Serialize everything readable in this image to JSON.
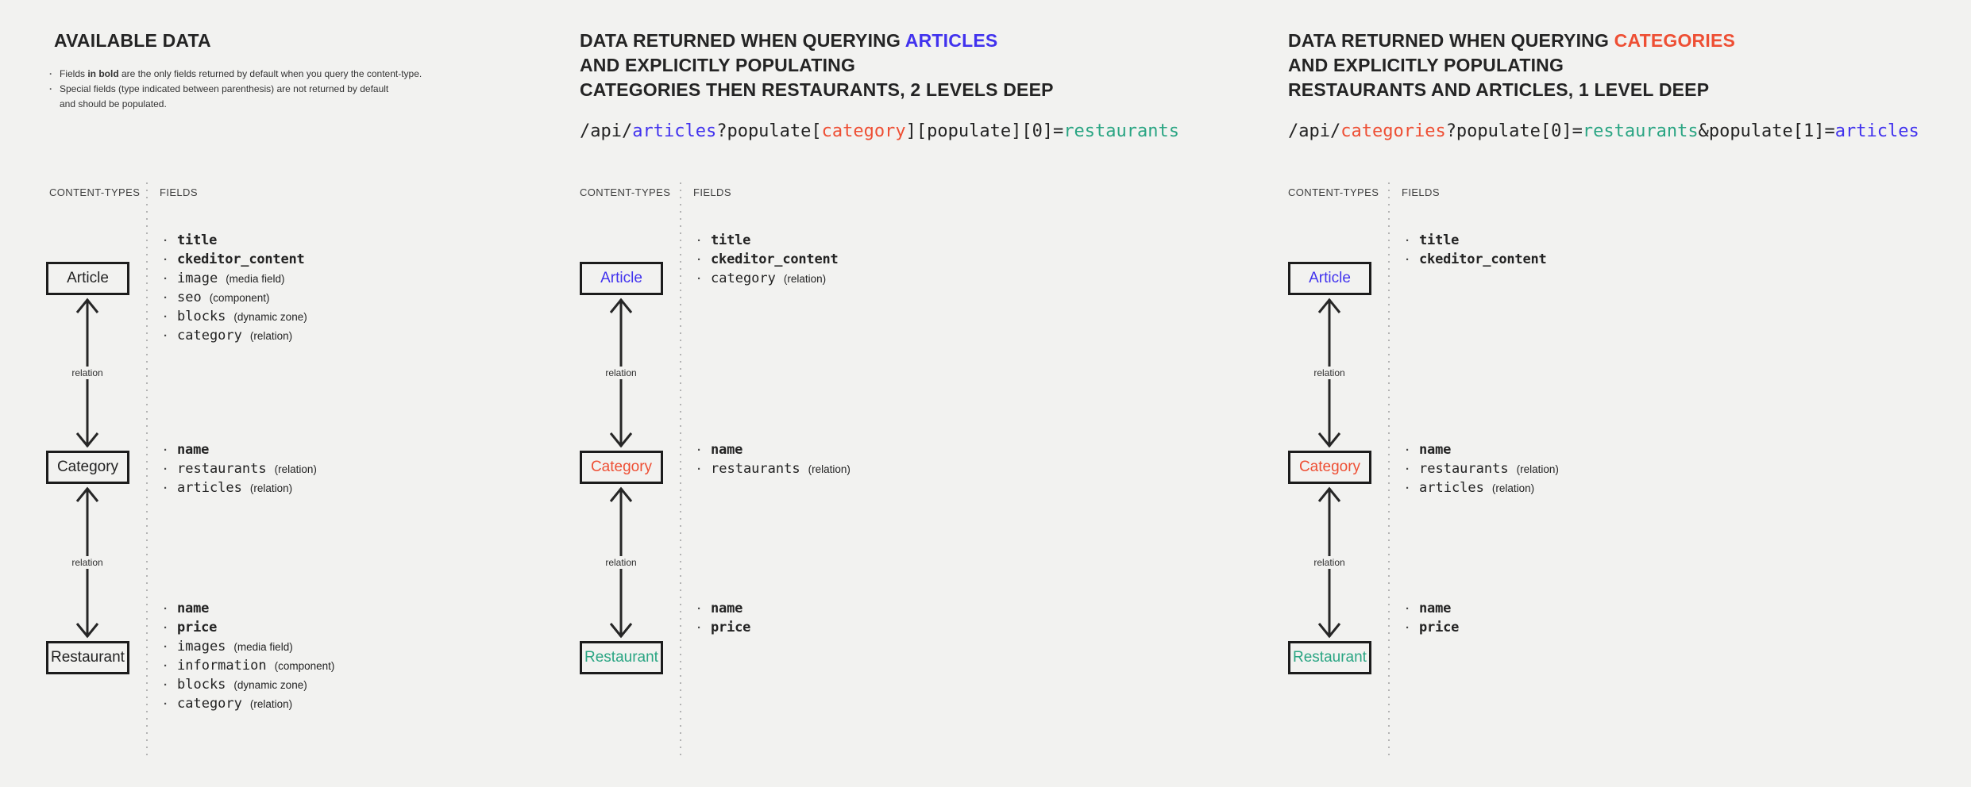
{
  "colors": {
    "background": "#f2f2f0",
    "text": "#232323",
    "articles_blue": "#4132ee",
    "categories_red": "#ee4f34",
    "restaurants_teal": "#2aa583"
  },
  "panels": [
    {
      "title": "AVAILABLE DATA",
      "notes": {
        "n1_pre": "Fields ",
        "n1_bold": "in bold",
        "n1_rest": " are the only fields returned by default when you query the content-type.",
        "n2_line1": "Special fields (type indicated between parenthesis) are not returned by default",
        "n2_line2": "and should be populated."
      },
      "labels": {
        "content_types": "CONTENT-TYPES",
        "fields": "FIELDS",
        "relation": "relation"
      },
      "nodes": {
        "article": {
          "label": "Article",
          "fields": [
            {
              "name": "title",
              "type": "",
              "bold": true,
              "color": "default"
            },
            {
              "name": "ckeditor_content",
              "type": "",
              "bold": true,
              "color": "default"
            },
            {
              "name": "image",
              "type": "(media field)",
              "bold": false,
              "color": "default"
            },
            {
              "name": "seo",
              "type": "(component)",
              "bold": false,
              "color": "default"
            },
            {
              "name": "blocks",
              "type": "(dynamic zone)",
              "bold": false,
              "color": "default"
            },
            {
              "name": "category",
              "type": "(relation)",
              "bold": false,
              "color": "default"
            }
          ]
        },
        "category": {
          "label": "Category",
          "fields": [
            {
              "name": "name",
              "type": "",
              "bold": true,
              "color": "default"
            },
            {
              "name": "restaurants",
              "type": "(relation)",
              "bold": false,
              "color": "default"
            },
            {
              "name": "articles",
              "type": "(relation)",
              "bold": false,
              "color": "default"
            }
          ]
        },
        "restaurant": {
          "label": "Restaurant",
          "fields": [
            {
              "name": "name",
              "type": "",
              "bold": true,
              "color": "default"
            },
            {
              "name": "price",
              "type": "",
              "bold": true,
              "color": "default"
            },
            {
              "name": "images",
              "type": "(media field)",
              "bold": false,
              "color": "default"
            },
            {
              "name": "information",
              "type": "(component)",
              "bold": false,
              "color": "default"
            },
            {
              "name": "blocks",
              "type": "(dynamic zone)",
              "bold": false,
              "color": "default"
            },
            {
              "name": "category",
              "type": "(relation)",
              "bold": false,
              "color": "default"
            }
          ]
        }
      }
    },
    {
      "heading": {
        "l1_pre": "DATA RETURNED WHEN QUERYING ",
        "l1_accent": "ARTICLES",
        "l1_accent_color": "#4132ee",
        "l2": "AND EXPLICITLY POPULATING",
        "l3": "CATEGORIES THEN RESTAURANTS, 2 LEVELS DEEP"
      },
      "url": {
        "s1": "/api/",
        "s2": "articles",
        "s3": "?populate[",
        "s4": "category",
        "s5": "][populate][0]=",
        "s6": "restaurants"
      },
      "labels": {
        "content_types": "CONTENT-TYPES",
        "fields": "FIELDS",
        "relation": "relation"
      },
      "nodes": {
        "article": {
          "label": "Article",
          "label_color": "#4132ee",
          "fields": [
            {
              "name": "title",
              "type": "",
              "bold": true,
              "color": "default"
            },
            {
              "name": "ckeditor_content",
              "type": "",
              "bold": true,
              "color": "default"
            },
            {
              "name": "category",
              "type": "(relation)",
              "bold": false,
              "color": "red"
            }
          ]
        },
        "category": {
          "label": "Category",
          "label_color": "#ee4f34",
          "fields": [
            {
              "name": "name",
              "type": "",
              "bold": true,
              "color": "default"
            },
            {
              "name": "restaurants",
              "type": "(relation)",
              "bold": false,
              "color": "teal"
            }
          ]
        },
        "restaurant": {
          "label": "Restaurant",
          "label_color": "#2aa583",
          "fields": [
            {
              "name": "name",
              "type": "",
              "bold": true,
              "color": "default"
            },
            {
              "name": "price",
              "type": "",
              "bold": true,
              "color": "default"
            }
          ]
        }
      }
    },
    {
      "heading": {
        "l1_pre": "DATA RETURNED WHEN QUERYING ",
        "l1_accent": "CATEGORIES",
        "l1_accent_color": "#ee4f34",
        "l2": "AND EXPLICITLY POPULATING",
        "l3": "RESTAURANTS AND ARTICLES, 1 LEVEL DEEP"
      },
      "url": {
        "s1": "/api/",
        "s2": "categories",
        "s3": "?populate[0]=",
        "s4": "restaurants",
        "s5": "&populate[1]=",
        "s6": "articles"
      },
      "labels": {
        "content_types": "CONTENT-TYPES",
        "fields": "FIELDS",
        "relation": "relation"
      },
      "nodes": {
        "article": {
          "label": "Article",
          "label_color": "#4132ee",
          "fields": [
            {
              "name": "title",
              "type": "",
              "bold": true,
              "color": "default"
            },
            {
              "name": "ckeditor_content",
              "type": "",
              "bold": true,
              "color": "default"
            }
          ]
        },
        "category": {
          "label": "Category",
          "label_color": "#ee4f34",
          "fields": [
            {
              "name": "name",
              "type": "",
              "bold": true,
              "color": "default"
            },
            {
              "name": "restaurants",
              "type": "(relation)",
              "bold": false,
              "color": "teal"
            },
            {
              "name": "articles",
              "type": "(relation)",
              "bold": false,
              "color": "blue"
            }
          ]
        },
        "restaurant": {
          "label": "Restaurant",
          "label_color": "#2aa583",
          "fields": [
            {
              "name": "name",
              "type": "",
              "bold": true,
              "color": "default"
            },
            {
              "name": "price",
              "type": "",
              "bold": true,
              "color": "default"
            }
          ]
        }
      }
    }
  ]
}
